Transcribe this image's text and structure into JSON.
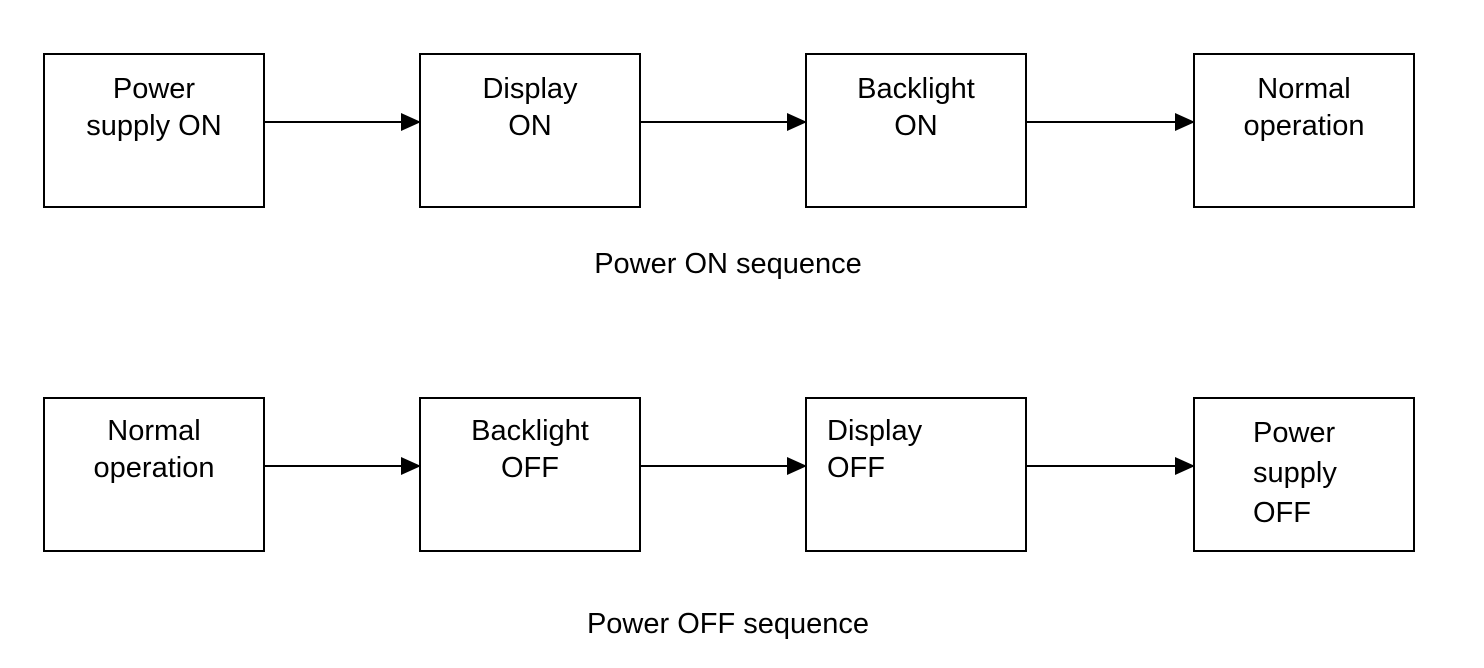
{
  "diagram": {
    "power_on": {
      "caption": "Power ON sequence",
      "steps": [
        {
          "label": "Power\nsupply ON"
        },
        {
          "label": "Display\nON"
        },
        {
          "label": "Backlight\nON"
        },
        {
          "label": "Normal\noperation"
        }
      ]
    },
    "power_off": {
      "caption": "Power OFF sequence",
      "steps": [
        {
          "label": "Normal\noperation"
        },
        {
          "label": "Backlight\nOFF"
        },
        {
          "label": "Display\nOFF"
        },
        {
          "label": "Power\nsupply\nOFF"
        }
      ]
    }
  }
}
